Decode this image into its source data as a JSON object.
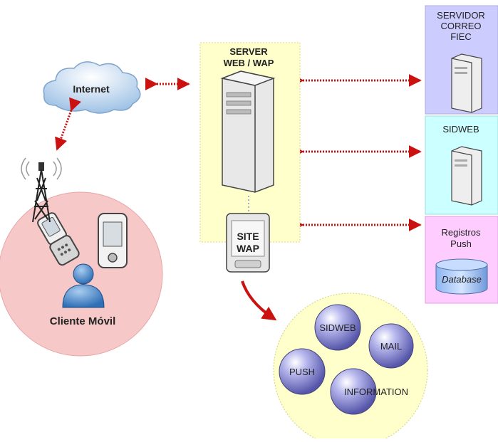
{
  "internet": {
    "label": "Internet"
  },
  "client": {
    "label": "Cliente Móvil"
  },
  "server_web": {
    "line1": "SERVER",
    "line2": "WEB / WAP"
  },
  "site_wap": {
    "line1": "SITE",
    "line2": "WAP"
  },
  "mail_server": {
    "line1": "SERVIDOR",
    "line2": "CORREO",
    "line3": "FIEC"
  },
  "sidweb_server": {
    "label": "SIDWEB"
  },
  "push_registry": {
    "line1": "Registros",
    "line2": "Push",
    "db": "Database"
  },
  "services": {
    "sidweb": "SIDWEB",
    "mail": "MAIL",
    "push": "PUSH",
    "information": "INFORMATION"
  },
  "colors": {
    "connector": "#cc1111",
    "server_panel": "#ffffcc",
    "mail_panel": "#ccccff",
    "sidweb_panel": "#ccffff",
    "push_panel": "#ffccff",
    "client_circle": "#f7c8c8",
    "services_circle": "#ffffcc",
    "sphere": "#7777cc"
  }
}
